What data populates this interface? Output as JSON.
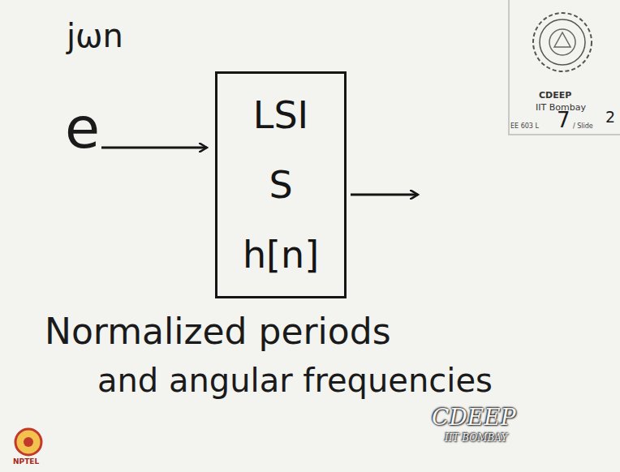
{
  "diagram": {
    "nodes": [
      {
        "text": [
          "LSI",
          "S",
          "h[n]"
        ]
      }
    ],
    "labels": [
      "jωn",
      "e",
      "Normalized periods",
      "and angular frequencies",
      "CDEEP",
      "IIT Bombay",
      "EE 603 L",
      "7",
      "/ Slide",
      "2",
      "CDEEP",
      "IIT BOMBAY",
      "NPTEL"
    ]
  }
}
